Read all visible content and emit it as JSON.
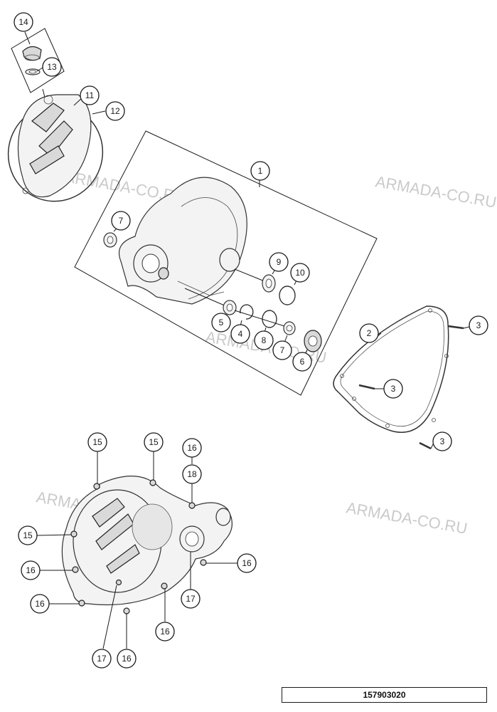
{
  "diagram": {
    "part_number": "157903020",
    "watermark": "ARMADA-CO.RU",
    "callouts": [
      "14",
      "13",
      "11",
      "12",
      "1",
      "7",
      "9",
      "10",
      "5",
      "4",
      "8",
      "7",
      "6",
      "2",
      "3",
      "3",
      "3",
      "15",
      "15",
      "16",
      "18",
      "15",
      "16",
      "16",
      "17",
      "16",
      "17",
      "16",
      "16"
    ]
  }
}
